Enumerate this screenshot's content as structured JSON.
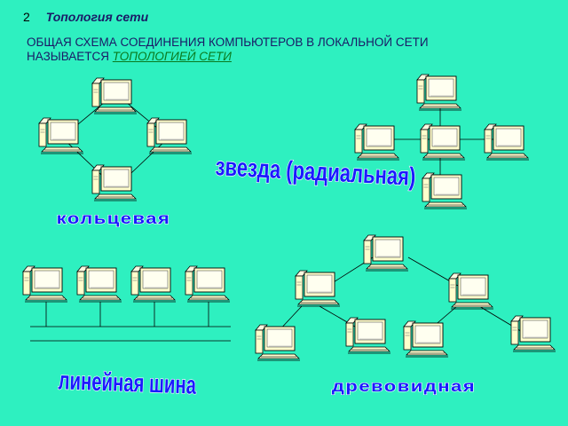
{
  "slide": {
    "number": "2",
    "title": "Топология сети",
    "intro_line1": "ОБЩАЯ СХЕМА СОЕДИНЕНИЯ КОМПЬЮТЕРОВ В ЛОКАЛЬНОЙ СЕТИ",
    "intro_line2_prefix": "НАЗЫВАЕТСЯ ",
    "intro_highlight": "ТОПОЛОГИЕЙ СЕТИ"
  },
  "topologies": {
    "ring": "кольцевая",
    "star": "звезда (радиальная)",
    "bus": "линейная шина",
    "tree": "древовидная"
  },
  "colors": {
    "background": "#2ef0c0",
    "computer_case": "#ffffcc",
    "screen": "#fffff0",
    "label": "#1a1aff",
    "heading": "#1a1a66",
    "highlight": "#0a7a1e"
  },
  "icons": {
    "computer": "desktop-computer-icon"
  }
}
